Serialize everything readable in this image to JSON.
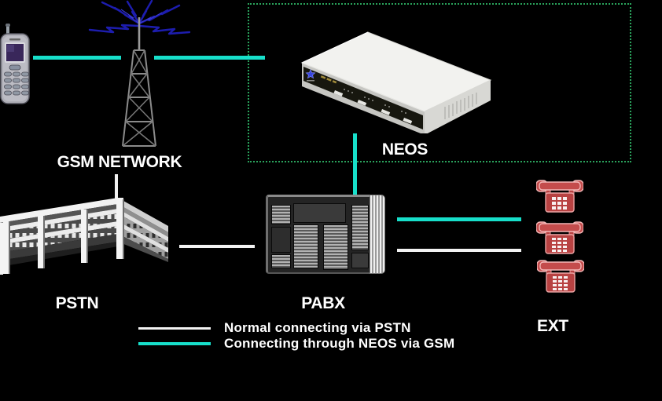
{
  "diagram": {
    "type": "network-topology",
    "background": "#000000",
    "labels": {
      "gsm_network": "GSM NETWORK",
      "neos": "NEOS",
      "pstn": "PSTN",
      "pabx": "PABX",
      "ext": "EXT"
    },
    "legend": {
      "items": [
        {
          "label": "Normal connecting via PSTN",
          "line_color": "#f2f2f2",
          "line_style": "solid"
        },
        {
          "label": "Connecting through NEOS via GSM",
          "line_color": "#17dfca",
          "line_style": "solid"
        }
      ]
    },
    "colors": {
      "gsm_link": "#17dfca",
      "pstn_link": "#f2f2f2",
      "neos_zone_border": "#2aa35c",
      "lightning": "#1d1dae",
      "ext_phone_red": "#bb4444",
      "label_text": "#ffffff"
    },
    "icons": [
      "mobile-phone-icon",
      "gsm-tower-icon",
      "lightning-icon",
      "neos-gateway-icon",
      "pstn-building-icon",
      "pabx-icon",
      "ext-phone-icon"
    ],
    "connections": [
      {
        "from": "mobile-phone",
        "to": "gsm-tower",
        "via": "gsm"
      },
      {
        "from": "gsm-tower",
        "to": "neos",
        "via": "gsm"
      },
      {
        "from": "neos",
        "to": "pabx",
        "via": "gsm"
      },
      {
        "from": "pabx",
        "to": "ext",
        "via": "gsm"
      },
      {
        "from": "gsm-network",
        "to": "pstn",
        "via": "pstn"
      },
      {
        "from": "pstn",
        "to": "pabx",
        "via": "pstn"
      },
      {
        "from": "pabx",
        "to": "ext",
        "via": "pstn"
      }
    ]
  }
}
